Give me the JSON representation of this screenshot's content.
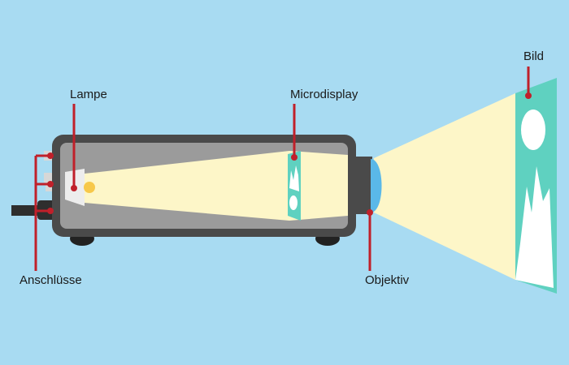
{
  "diagram": {
    "labels": {
      "lamp": "Lampe",
      "microdisplay": "Microdisplay",
      "image": "Bild",
      "ports": "Anschlüsse",
      "lens": "Objektiv"
    },
    "colors": {
      "background": "#a8dbf2",
      "housing": "#4a4a4a",
      "housing_inner": "#9b9b9b",
      "light_beam": "#fdf6c8",
      "display": "#5fd1c0",
      "lens": "#5ab8e8",
      "leader_line": "#c0202a"
    }
  }
}
